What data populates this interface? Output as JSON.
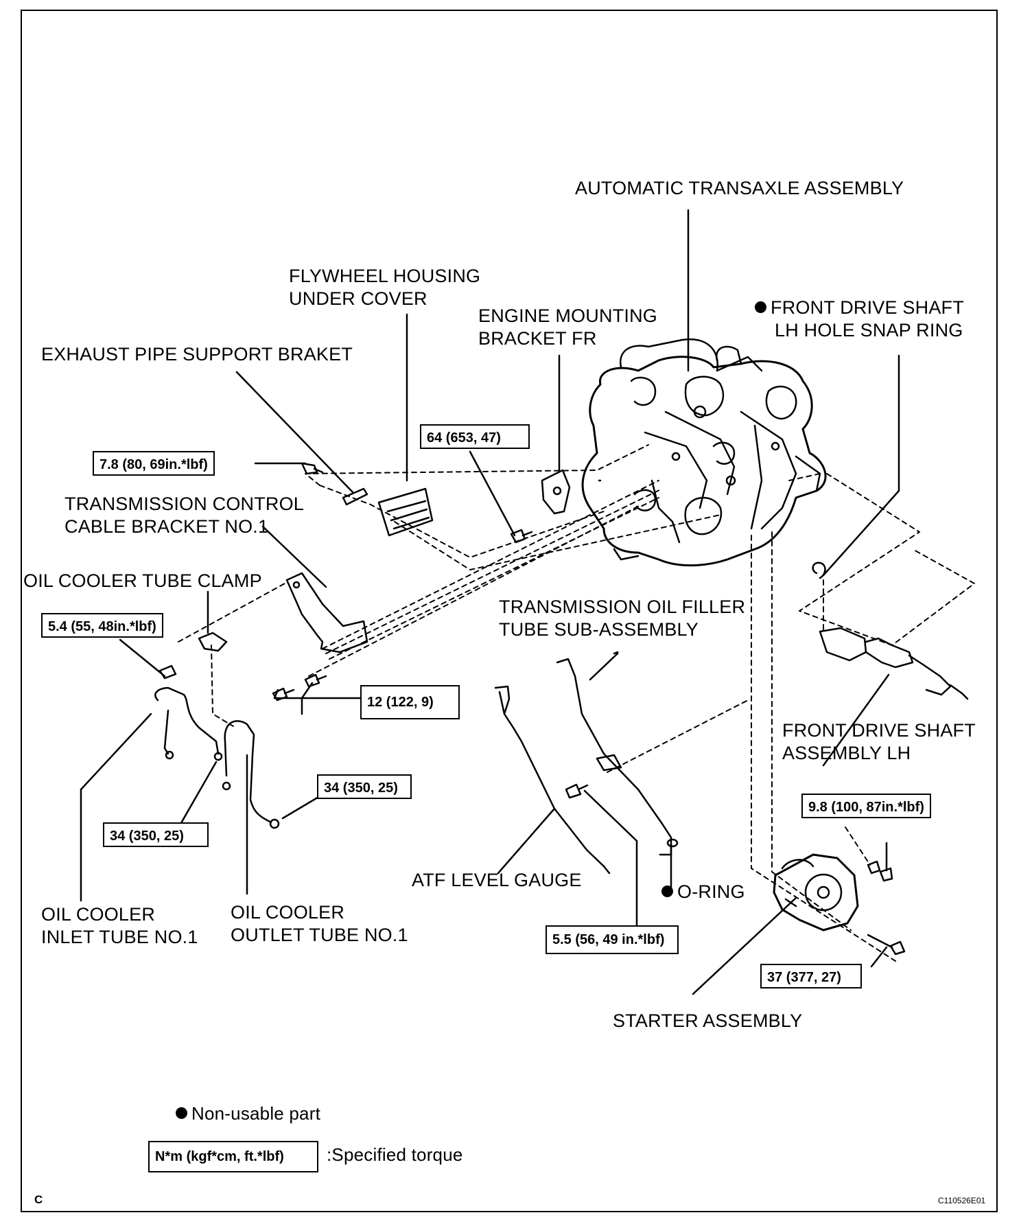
{
  "labels": {
    "automatic_transaxle": "AUTOMATIC TRANSAXLE ASSEMBLY",
    "flywheel_line1": "FLYWHEEL HOUSING",
    "flywheel_line2": "UNDER COVER",
    "engine_mount_line1": "ENGINE MOUNTING",
    "engine_mount_line2": "BRACKET FR",
    "snap_ring_line1": "FRONT DRIVE SHAFT",
    "snap_ring_line2": "LH HOLE SNAP RING",
    "exhaust_bracket": "EXHAUST PIPE SUPPORT BRAKET",
    "tcc_bracket_line1": "TRANSMISSION CONTROL",
    "tcc_bracket_line2": "CABLE BRACKET NO.1",
    "oil_cooler_clamp": "OIL COOLER TUBE CLAMP",
    "filler_tube_line1": "TRANSMISSION OIL FILLER",
    "filler_tube_line2": "TUBE SUB-ASSEMBLY",
    "drive_shaft_line1": "FRONT DRIVE SHAFT",
    "drive_shaft_line2": "ASSEMBLY LH",
    "atf_gauge": "ATF LEVEL GAUGE",
    "o_ring": "O-RING",
    "inlet_tube_line1": "OIL COOLER",
    "inlet_tube_line2": "INLET TUBE NO.1",
    "outlet_tube_line1": "OIL COOLER",
    "outlet_tube_line2": "OUTLET TUBE NO.1",
    "starter": "STARTER ASSEMBLY"
  },
  "torques": {
    "exhaust_bolt": "7.8 (80, 69in.*lbf)",
    "mount_bolt": "64 (653, 47)",
    "clamp_bolt": "5.4 (55, 48in.*lbf)",
    "bracket_bolts": "12 (122, 9)",
    "outlet_union": "34 (350, 25)",
    "inlet_union": "34 (350, 25)",
    "starter_nut": "9.8 (100, 87in.*lbf)",
    "filler_bolt": "5.5 (56, 49 in.*lbf)",
    "starter_bolt": "37 (377, 27)"
  },
  "legend": {
    "non_usable": "Non-usable part",
    "torque_units": "N*m (kgf*cm, ft.*lbf)",
    "torque_desc": ":Specified torque"
  },
  "footer": {
    "corner_letter": "C",
    "figure_id": "C110526E01"
  }
}
